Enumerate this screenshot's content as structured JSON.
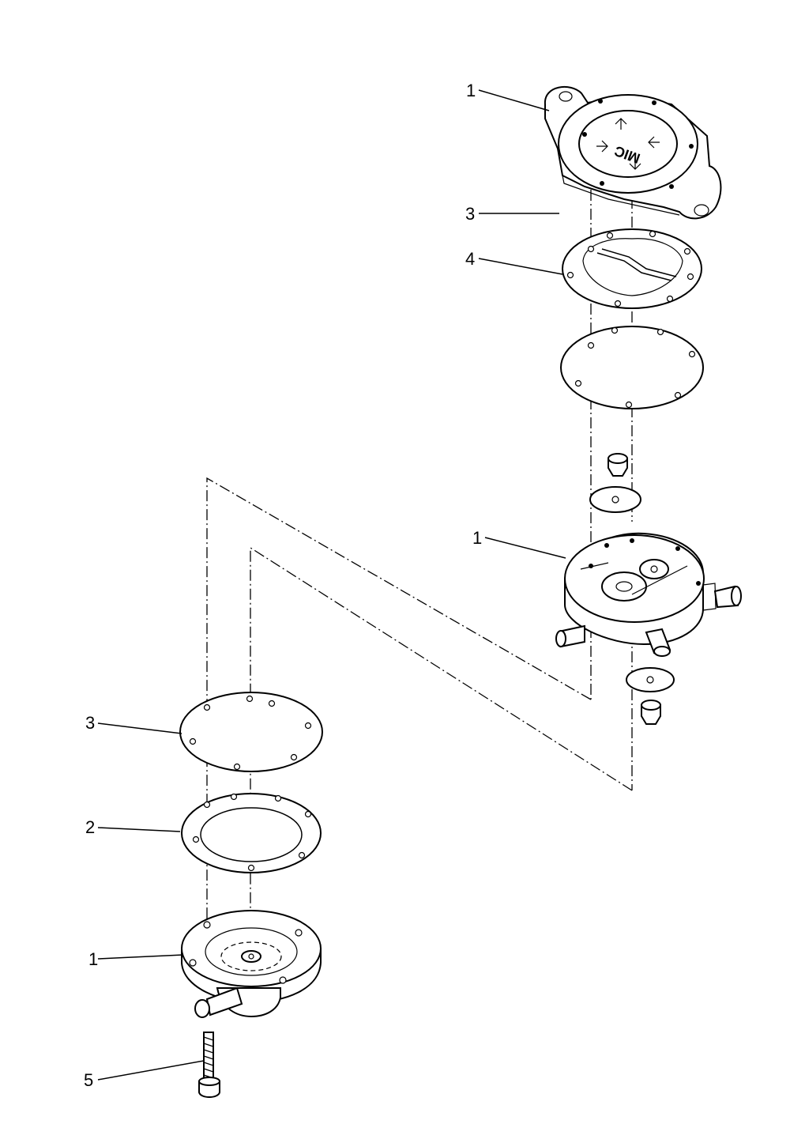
{
  "callouts": {
    "pump_cover": "1",
    "gasket_upper": "4",
    "diaphragm_upper": "3",
    "pump_body": "1",
    "diaphragm_lower": "3",
    "gasket_lower": "2",
    "pump_base": "1",
    "screw": "5"
  },
  "cover_marking": "MIC"
}
